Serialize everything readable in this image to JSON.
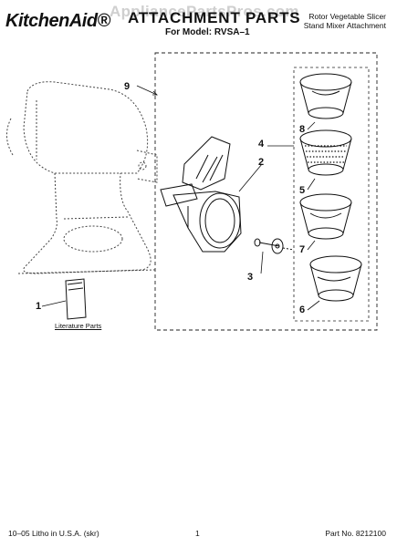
{
  "header": {
    "brand": "KitchenAid®",
    "watermark": "AppliancePartsPros.com",
    "title": "ATTACHMENT PARTS",
    "model_line": "For Model: RVSA–1",
    "product_line1": "Rotor Vegetable Slicer",
    "product_line2": "Stand Mixer Attachment"
  },
  "diagram": {
    "literature_label": "Literature Parts",
    "callouts": [
      {
        "number": "9"
      },
      {
        "number": "8"
      },
      {
        "number": "4"
      },
      {
        "number": "2"
      },
      {
        "number": "5"
      },
      {
        "number": "7"
      },
      {
        "number": "3"
      },
      {
        "number": "1"
      },
      {
        "number": "6"
      }
    ]
  },
  "footer": {
    "litho": "10–05 Litho in U.S.A. (skr)",
    "page": "1",
    "part_no": "Part No. 8212100"
  }
}
